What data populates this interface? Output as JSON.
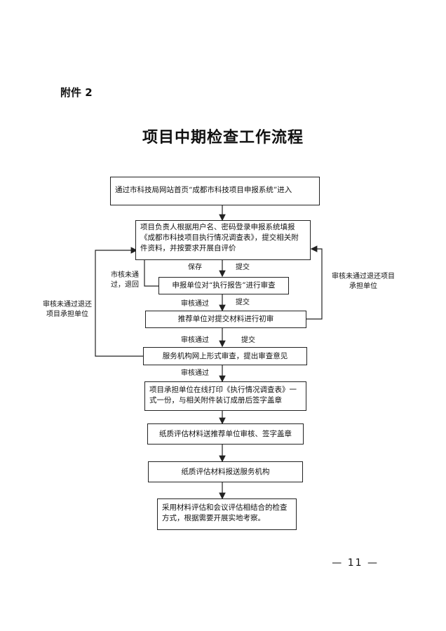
{
  "header": {
    "attachment_label": "附件 2"
  },
  "title": "项目中期检查工作流程",
  "steps": [
    "通过市科技局网站首页“成都市科技项目申报系统”进入",
    "项目负责人根据用户名、密码登录申报系统填报《成都市科技项目执行情况调查表》，提交相关附件资料，并按要求开展自评价",
    "申报单位对“执行报告”进行审查",
    "推荐单位对提交材料进行初审",
    "服务机构网上形式审查，提出审查意见",
    "项目承担单位在线打印《执行情况调查表》一式一份，与相关附件装订成册后签字盖章",
    "纸质评估材料送推荐单位审核、签字盖章",
    "纸质评估材料报送服务机构",
    "采用材料评估和会议评估相结合的检查方式，根据需要开展实地考察。"
  ],
  "labels": {
    "save": "保存",
    "submit1": "提交",
    "review_pass1": "审核通过",
    "submit2": "提交",
    "review_pass2": "审核通过",
    "submit3": "提交",
    "review_pass3": "审核通过",
    "city_fail": "市核未通过，退回",
    "ministry_fail_left": "审核未通过退还项目承担单位",
    "ministry_fail_right": "审核未通过退还项目承担单位"
  },
  "footer": {
    "page_number": "— 11 —"
  }
}
